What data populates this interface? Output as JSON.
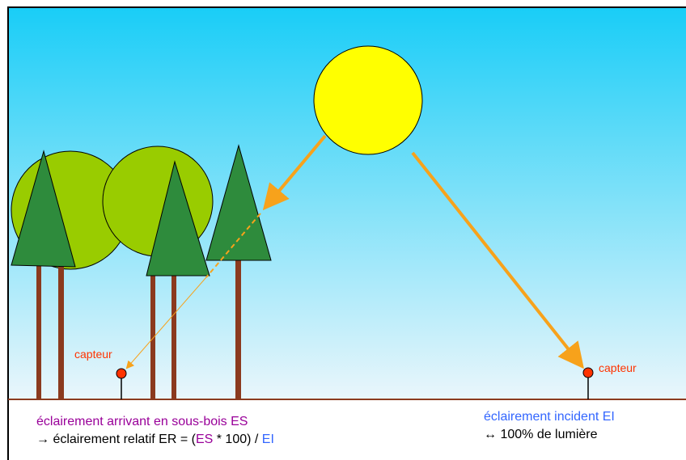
{
  "colors": {
    "sky_top": "#19cdf7",
    "sky_bottom": "#eaf6fb",
    "sun_fill": "#ffff00",
    "ray": "#f7a21b",
    "ray_thin": "#f7a21b",
    "ground": "#8b3a1e",
    "trunk": "#8b3a1e",
    "conifer": "#2e8b3c",
    "deciduous": "#99cc00",
    "sensor": "#ff3300",
    "text_sensor": "#ff3300",
    "text_es": "#990099",
    "text_ei": "#3366ff",
    "text_default": "#000000"
  },
  "sensors": {
    "forest_label": "capteur",
    "open_label": "capteur"
  },
  "captions": {
    "forest_line1": "éclairement arrivant en sous-bois ES",
    "forest_line2_prefix": "→ éclairement relatif ER = (",
    "forest_line2_es": "ES",
    "forest_line2_mid": " * 100) / ",
    "forest_line2_ei": "EI",
    "open_line1": "éclairement incident EI",
    "open_line2": "↔ 100% de lumière"
  }
}
